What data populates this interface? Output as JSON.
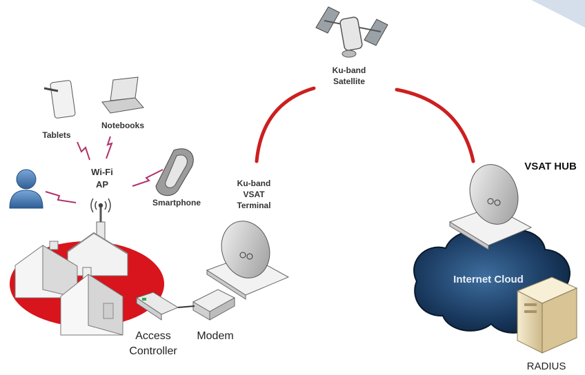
{
  "labels": {
    "satellite": [
      "Ku-band",
      "Satellite"
    ],
    "vsat_hub": "VSAT HUB",
    "tablets": "Tablets",
    "notebooks": "Notebooks",
    "wifi_ap": [
      "Wi-Fi",
      "AP"
    ],
    "smartphone": "Smartphone",
    "vsat_terminal": [
      "Ku-band",
      "VSAT",
      "Terminal"
    ],
    "internet_cloud": "Internet Cloud",
    "access_controller": [
      "Access",
      "Controller"
    ],
    "modem": "Modem",
    "radius": "RADIUS"
  },
  "colors": {
    "link_arc": "#cc1f1f",
    "ground_disc": "#d8141c",
    "wireless_zigzag": "#b0306a",
    "cloud_dark": "#0f2a4a",
    "server_body": "#ecdcb2"
  }
}
